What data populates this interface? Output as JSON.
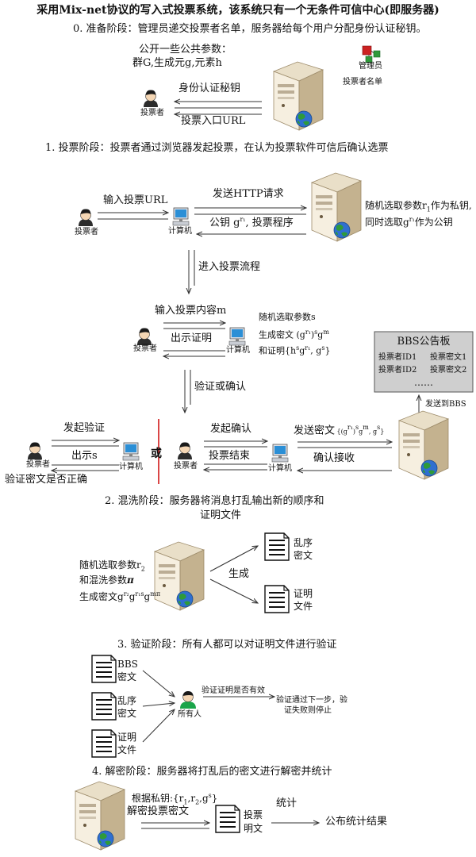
{
  "title": "采用Mix-net协议的写入式投票系统，该系统只有一个无条件可信中心(即服务器)",
  "phase0": {
    "heading": "0. 准备阶段：管理员递交投票者名单，服务器给每个用户分配身份认证秘钥。",
    "params_line1": "公开一些公共参数：",
    "params_line2": "群G,生成元g,元素h",
    "admin_label": "管理员",
    "voter_list_label": "投票者名单",
    "voter_label": "投票者",
    "arrow_top": "身份认证秘钥",
    "arrow_bottom": "投票入口URL"
  },
  "phase1": {
    "heading": "1. 投票阶段：投票者通过浏览器发起投票，在认为投票软件可信后确认选票",
    "voter_label": "投票者",
    "computer_label": "计算机",
    "arrow_input_url": "输入投票URL",
    "arrow_send_http": "发送HTTP请求",
    "arrow_pubkey": "公钥 g",
    "arrow_pubkey_sup": "r₁",
    "arrow_pubkey_rest": ", 投票程序",
    "server_note_line1": "随机选取参数r",
    "server_note_sub": "1",
    "server_note_line1_rest": "作为私钥,",
    "server_note_line2": "同时选取g",
    "server_note_line2_sup": "r₁",
    "server_note_line2_rest": "作为公钥",
    "enter_flow": "进入投票流程",
    "input_content": "输入投票内容m",
    "show_proof": "出示证明",
    "voter2_label": "投票者",
    "computer2_label": "计算机",
    "rand_s": "随机选取参数s",
    "gen_cipher": "生成密文 (g",
    "gen_cipher_mid": ")",
    "gen_cipher_end": "g",
    "and_proof": "和证明{h",
    "and_proof_end": "g",
    "verify_or_confirm": "验证或确认",
    "bbs_title": "BBS公告板",
    "bbs_id1": "投票者ID1",
    "bbs_c1": "投票密文1",
    "bbs_id2": "投票者ID2",
    "bbs_c2": "投票密文2",
    "bbs_dots": "……",
    "send_to_bbs": "发送到BBS",
    "start_verify": "发起验证",
    "show_s": "出示s",
    "verify_correct": "验证密文是否正确",
    "or": "或",
    "start_confirm": "发起确认",
    "vote_end": "投票结束",
    "send_cipher": "发送密文",
    "confirm_recv": "确认接收",
    "voter3_label": "投票者",
    "computer3_label": "计算机",
    "voter4_label": "投票者",
    "computer4_label": "计算机"
  },
  "phase2": {
    "heading_line1": "2. 混洗阶段：服务器将消息打乱输出新的顺序和",
    "heading_line2": "证明文件",
    "rand_r2": "随机选取参数r",
    "rand_r2_sub": "2",
    "shuffle_param": "和混洗参数",
    "pi": "π",
    "gen_cipher2": "生成密文g",
    "gen_label": "生成",
    "doc1_line1": "乱序",
    "doc1_line2": "密文",
    "doc2_line1": "证明",
    "doc2_line2": "文件"
  },
  "phase3": {
    "heading": "3. 验证阶段：所有人都可以对证明文件进行验证",
    "doc_bbs_line1": "BBS",
    "doc_bbs_line2": "密文",
    "doc_shuffled_line1": "乱序",
    "doc_shuffled_line2": "密文",
    "doc_proof_line1": "证明",
    "doc_proof_line2": "文件",
    "everyone_label": "所有人",
    "verify_valid": "验证证明是否有效",
    "result_line1": "验证通过下一步，验",
    "result_line2": "证失败则停止"
  },
  "phase4": {
    "heading": "4. 解密阶段：服务器将打乱后的密文进行解密并统计",
    "privkey": "根据私钥:{r",
    "privkey_rest": "}",
    "decrypt": "解密投票密文",
    "doc_line1": "投票",
    "doc_line2": "明文",
    "stats": "统计",
    "publish": "公布统计结果"
  },
  "colors": {
    "server_light": "#f3ead8",
    "server_dark": "#b9a684",
    "globe_green": "#2f9a3a",
    "globe_blue": "#2f6fd0",
    "admin_red": "#cc2222",
    "everyone_green": "#1aa54a",
    "divider_red": "#d01818",
    "bbs_gray": "#cfcfcf"
  },
  "icons": [
    "server-icon",
    "computer-icon",
    "voter-icon",
    "admin-icon",
    "document-icon",
    "everyone-icon"
  ]
}
